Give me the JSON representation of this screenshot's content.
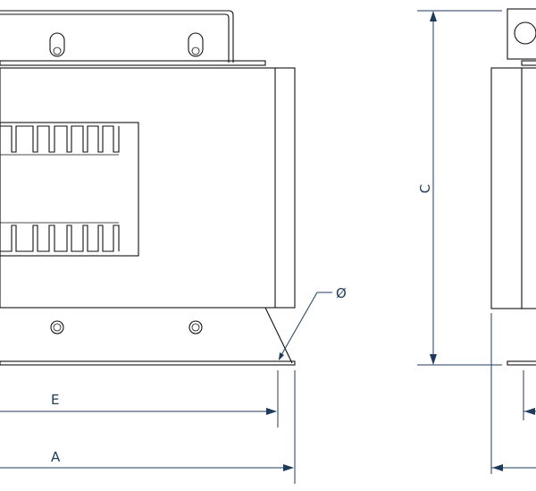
{
  "labels": {
    "dim_e": "E",
    "dim_a": "A",
    "dim_c": "C",
    "dim_diameter": "Ø"
  },
  "colors": {
    "line": "#111111",
    "dimension": "#1f3b5c",
    "background": "#ffffff"
  }
}
